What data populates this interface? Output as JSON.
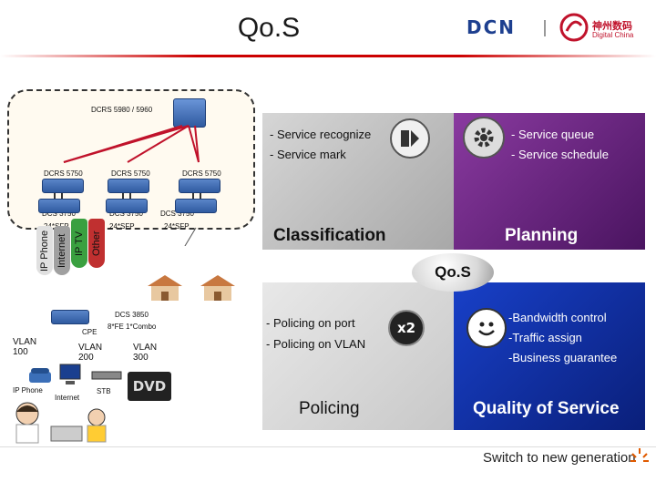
{
  "header": {
    "title": "Qo.S",
    "brand_logo": "DCN",
    "brand_cn": "神州数码",
    "brand_en": "Digital China"
  },
  "network": {
    "core_label": "DCRS 5980 / 5960",
    "agg_labels": [
      "DCRS 5750",
      "DCRS 5750",
      "DCRS 5750"
    ],
    "access_labels": [
      "DCS 3750",
      "DCS 3750",
      "DCS 3750"
    ],
    "access_ports": [
      "24*SFP",
      "24*SFP",
      "24*SFP"
    ],
    "services": [
      "IP Phone",
      "Internet",
      "IP TV",
      "Other"
    ],
    "cpe_switch": "DCS 3850",
    "cpe_ports": "8*FE 1*Combo",
    "cpe_label": "CPE",
    "vlans": [
      "VLAN 100",
      "VLAN 200",
      "VLAN 300"
    ],
    "devices": [
      "IP Phone",
      "Internet",
      "STB"
    ],
    "dvd_label": "DVD"
  },
  "quadrants": {
    "classification": {
      "lines": [
        "- Service recognize",
        "- Service mark"
      ],
      "title": "Classification",
      "icon": "classify-icon"
    },
    "planning": {
      "lines": [
        "- Service queue",
        "- Service schedule"
      ],
      "title": "Planning",
      "icon": "gear-icon"
    },
    "policing": {
      "lines": [
        "- Policing on port",
        "- Policing on VLAN"
      ],
      "title": "Policing",
      "icon": "x2-icon"
    },
    "quality": {
      "lines": [
        "-Bandwidth control",
        "-Traffic assign",
        "-Business guarantee"
      ],
      "title": "Quality of Service",
      "icon": "smiley-icon"
    },
    "center": "Qo.S"
  },
  "footer": {
    "slogan": "Switch to new generation"
  },
  "colors": {
    "title_red": "#c00000",
    "brand_blue": "#1d3f8f",
    "planning_purple": "#6a2480",
    "quality_blue": "#1238b0"
  }
}
